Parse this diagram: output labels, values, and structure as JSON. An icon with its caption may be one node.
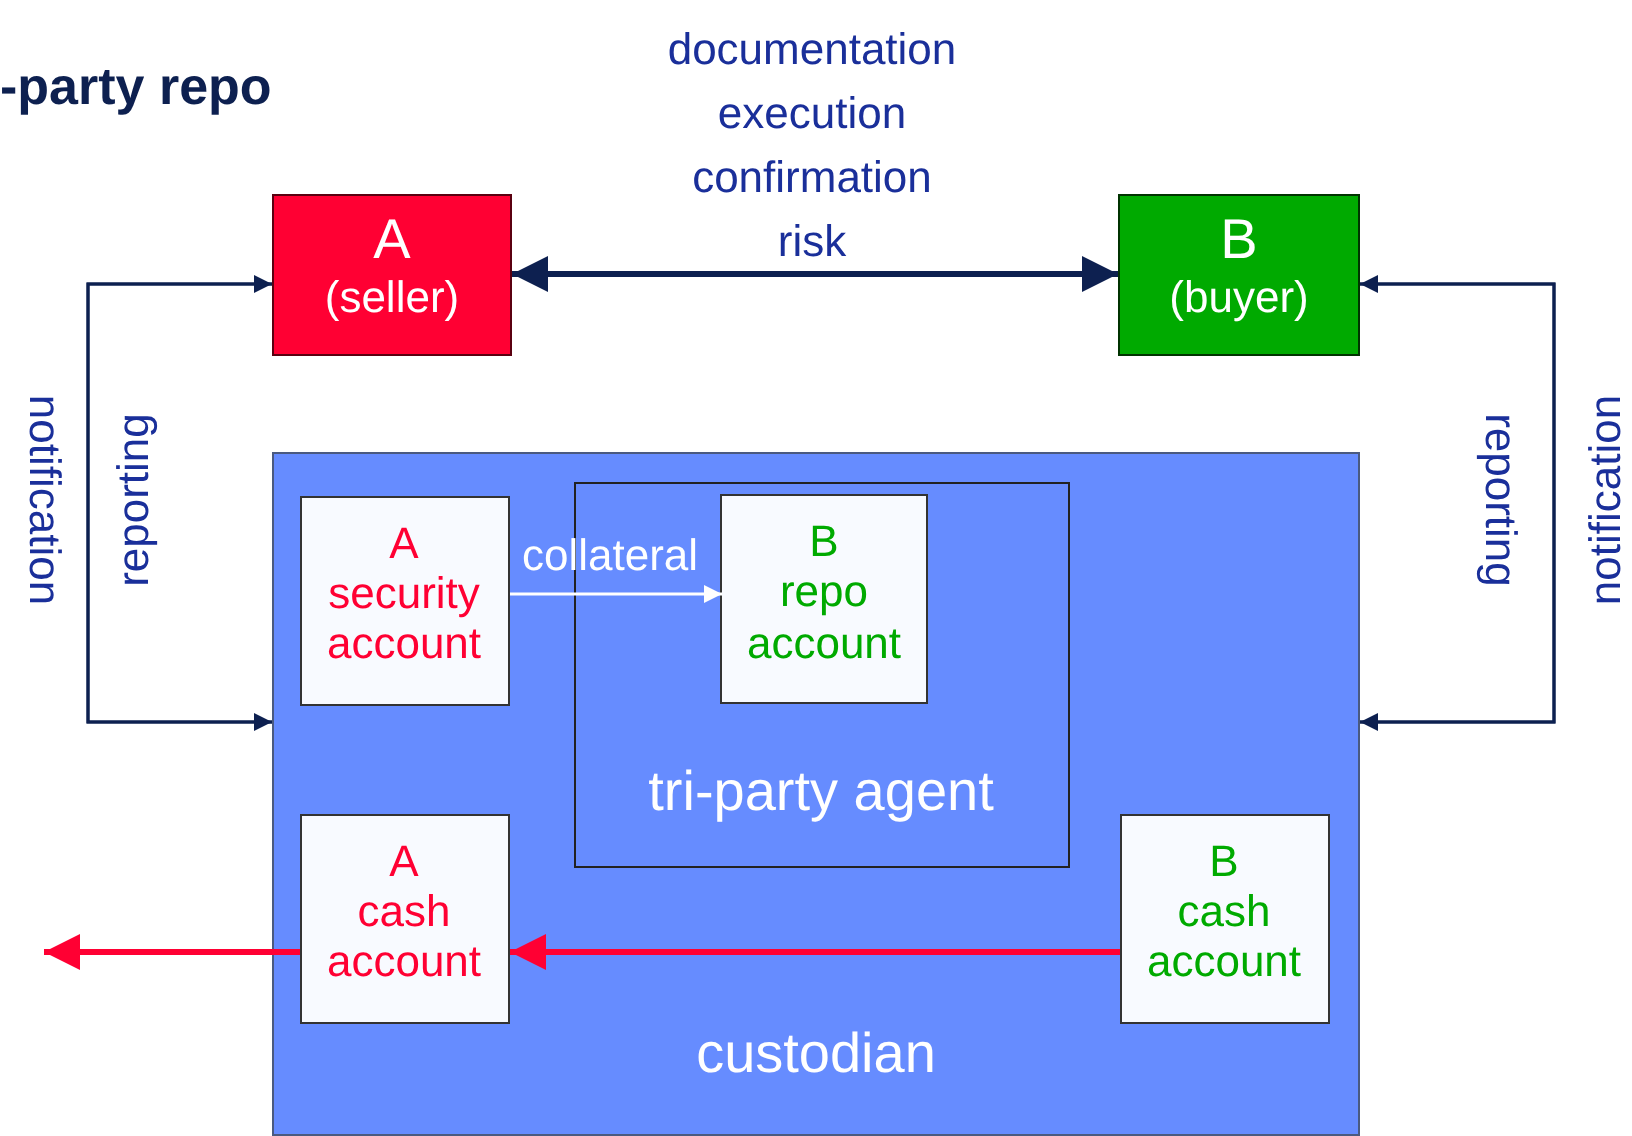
{
  "diagram": {
    "title": "-party repo",
    "nodes": [
      {
        "text": [
          "A",
          "(seller)"
        ]
      },
      {
        "text": [
          "B",
          "(buyer)"
        ]
      },
      {
        "text": [
          "custodian"
        ]
      },
      {
        "text": [
          "A",
          "security account"
        ],
        "in": 2
      },
      {
        "text": [
          "tri-party agent"
        ],
        "in": 2
      },
      {
        "text": [
          "B",
          "repo account"
        ],
        "in": 4
      },
      {
        "text": [
          "A",
          "cash account"
        ],
        "in": 2
      },
      {
        "text": [
          "B",
          "cash account"
        ],
        "in": 2
      }
    ],
    "edges": [
      {
        "from": 0,
        "to": 1,
        "arrow": "both",
        "label": "documentation execution confirmation risk",
        "style": "thick"
      },
      {
        "from": 2,
        "to": 0,
        "arrow": "to",
        "label": "reporting"
      },
      {
        "from": 0,
        "to": 2,
        "arrow": "to",
        "label": "notification"
      },
      {
        "from": 2,
        "to": 1,
        "arrow": "to",
        "label": "reporting"
      },
      {
        "from": 1,
        "to": 2,
        "arrow": "to",
        "label": "notification"
      },
      {
        "from": 3,
        "to": 5,
        "arrow": "to",
        "label": "collateral",
        "color": "#ffffff"
      },
      {
        "from": 7,
        "to": 6,
        "arrow": "to",
        "color": "#ff0033",
        "style": "thick"
      },
      {
        "from": 6,
        "to": null,
        "arrow": "to",
        "color": "#ff0033",
        "style": "thick"
      }
    ]
  }
}
